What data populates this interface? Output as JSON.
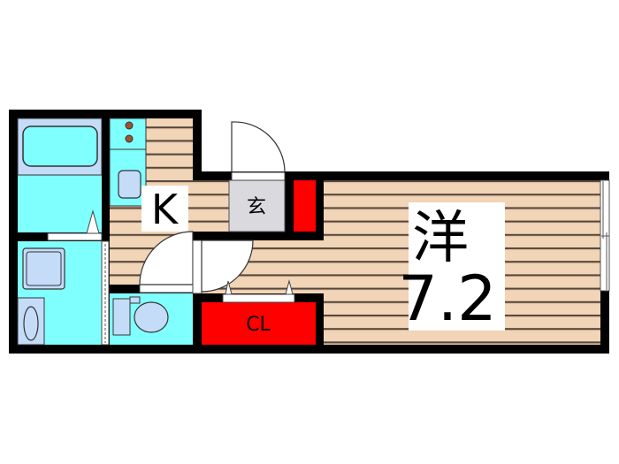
{
  "floor_plan": {
    "layout_type": "1K",
    "rooms": {
      "kitchen": {
        "label": "K"
      },
      "entrance": {
        "label": "玄"
      },
      "western_room": {
        "label": "洋",
        "size_jo": "7.2"
      },
      "closet": {
        "label": "CL"
      },
      "bathroom": {
        "label": ""
      },
      "washroom": {
        "label": ""
      },
      "toilet": {
        "label": ""
      },
      "shoe_closet": {
        "label": ""
      }
    },
    "colors": {
      "wall": "#000000",
      "wood_floor": "#f2d4b6",
      "wood_line": "#55473c",
      "wet_area": "#80ffff",
      "fixture": "#c4dcf8",
      "storage": "#ff0000",
      "entrance": "#d9d9de",
      "label_bg": "#ffffff",
      "burner": "#a0522d"
    }
  }
}
